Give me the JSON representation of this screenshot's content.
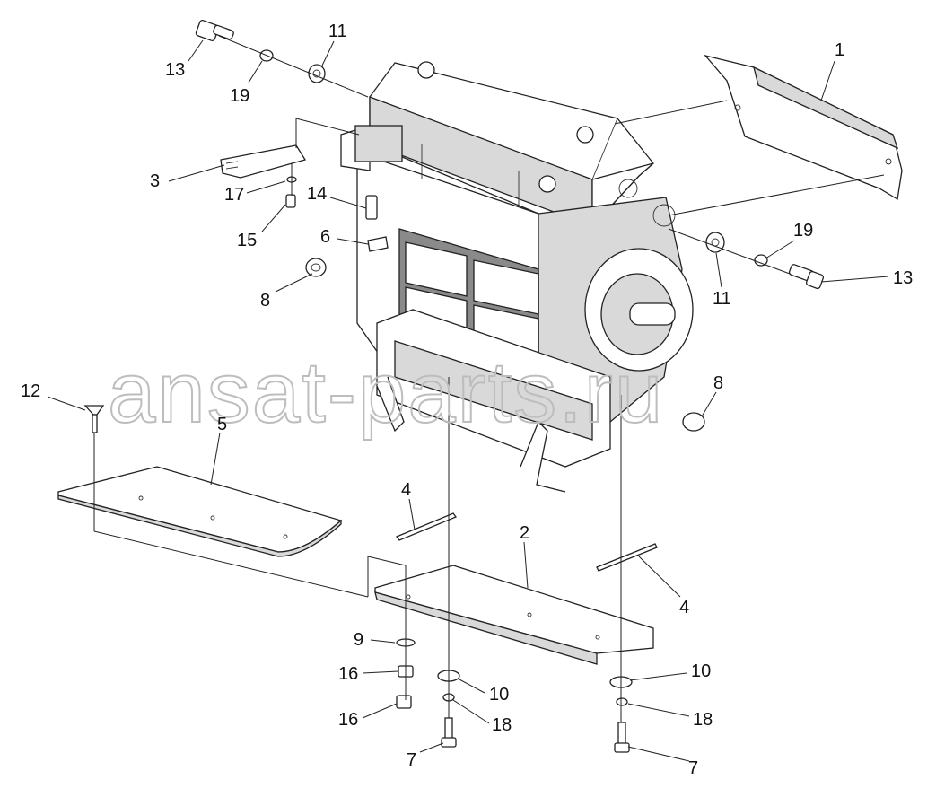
{
  "watermark": "ansat-parts.ru",
  "colors": {
    "line": "#222222",
    "part_fill": "#ffffff",
    "shade": "#d9d9d9",
    "watermark": "#bdbdbd"
  },
  "callouts": {
    "c1": "1",
    "c2": "2",
    "c3": "3",
    "c4a": "4",
    "c4b": "4",
    "c5": "5",
    "c6": "6",
    "c7a": "7",
    "c7b": "7",
    "c8a": "8",
    "c8b": "8",
    "c9": "9",
    "c10a": "10",
    "c10b": "10",
    "c11a": "11",
    "c11b": "11",
    "c12": "12",
    "c13a": "13",
    "c13b": "13",
    "c14": "14",
    "c15": "15",
    "c16a": "16",
    "c16b": "16",
    "c17": "17",
    "c18a": "18",
    "c18b": "18",
    "c19a": "19",
    "c19b": "19"
  }
}
